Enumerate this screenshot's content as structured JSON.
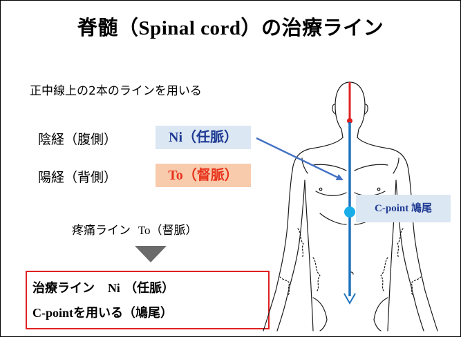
{
  "title": {
    "main": "脊髄",
    "latin": "（Spinal cord）",
    "rest": "の治療ライン"
  },
  "intro": "正中線上の2本のラインを用いる",
  "rows": {
    "yin_label": "陰経（腹側）",
    "ni_badge": "Ni（任脈）",
    "yang_label": "陽経（背側）",
    "to_badge": "To（督脈）"
  },
  "pain": {
    "label": "疼痛ライン",
    "value": "To（督脈）"
  },
  "treatment": {
    "line1_a": "治療ライン",
    "line1_b": "Ni",
    "line1_c": "（任脈）",
    "line2_a": "C-point",
    "line2_b": "を用いる（鳩尾）"
  },
  "cpoint_label": "C-point 鳩尾",
  "colors": {
    "ni_bg": "#dbe7f3",
    "ni_text": "#1f3a93",
    "to_bg": "#f8cbad",
    "to_text": "#e8331c",
    "box_border": "#e02020",
    "blue_line": "#1e73be",
    "red_line": "#e02020",
    "arrow": "#4472c4",
    "cpoint_bg": "#dbe7f3",
    "cpoint_text": "#1f3a93",
    "triangle": "#6b6b6b"
  }
}
